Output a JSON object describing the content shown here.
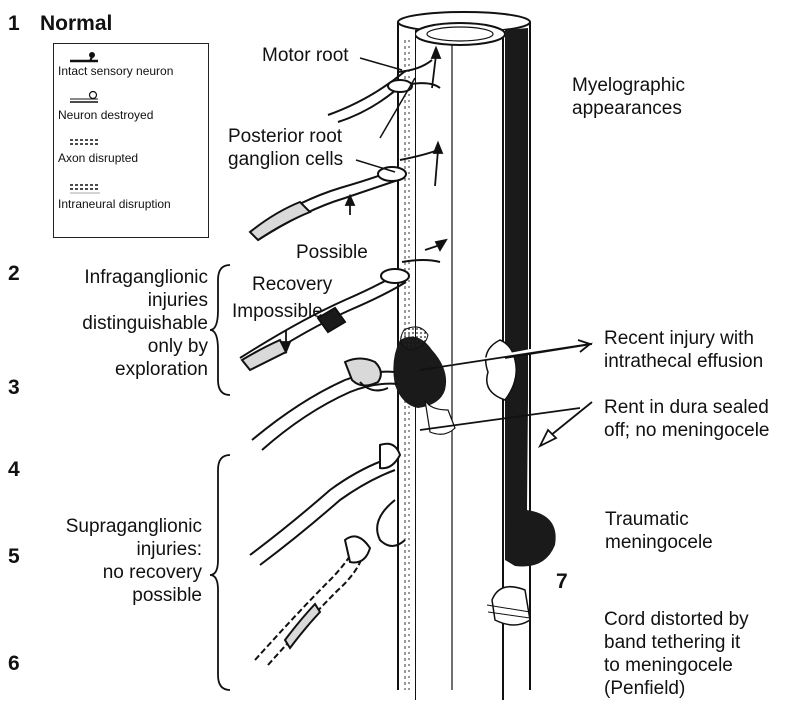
{
  "sections": {
    "n1": "1",
    "normal_title": "Normal",
    "n2": "2",
    "n3": "3",
    "n4": "4",
    "n5": "5",
    "n6": "6",
    "n7": "7"
  },
  "legend": {
    "items": [
      {
        "label": "Intact sensory neuron",
        "icon": "intact-neuron-icon"
      },
      {
        "label": "Neuron destroyed",
        "icon": "destroyed-neuron-icon"
      },
      {
        "label": "Axon disrupted",
        "icon": "axon-disrupted-icon"
      },
      {
        "label": "Intraneural disruption",
        "icon": "intraneural-disruption-icon"
      }
    ]
  },
  "labels": {
    "motor_root": "Motor root",
    "posterior_root_1": "Posterior root",
    "posterior_root_2": "ganglion cells",
    "possible": "Possible",
    "recovery": "Recovery",
    "impossible": "Impossible",
    "infra_1": "Infraganglionic",
    "infra_2": "injuries",
    "infra_3": "distinguishable",
    "infra_4": "only by",
    "infra_5": "exploration",
    "supra_1": "Supraganglionic",
    "supra_2": "injuries:",
    "supra_3": "no recovery",
    "supra_4": "possible",
    "myelo_1": "Myelographic",
    "myelo_2": "appearances",
    "recent_1": "Recent injury with",
    "recent_2": "intrathecal effusion",
    "rent_1": "Rent in dura sealed",
    "rent_2": "off; no meningocele",
    "traumatic_1": "Traumatic",
    "traumatic_2": "meningocele",
    "cord_1": "Cord distorted by",
    "cord_2": "band tethering it",
    "cord_3": "to meningocele",
    "cord_4": "(Penfield)"
  },
  "colors": {
    "ink": "#111111",
    "shade": "#cfcfcf",
    "dark": "#1a1a1a"
  }
}
